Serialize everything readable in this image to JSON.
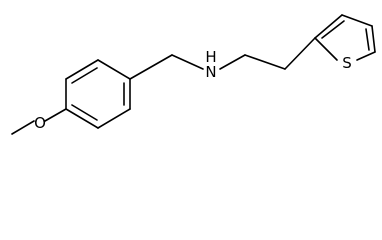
{
  "structure": {
    "atoms": {
      "oxygen": "O",
      "amine": "H\nN",
      "amine_n": "N",
      "amine_h": "H",
      "sulfur": "S"
    },
    "colors": {
      "bond": "#000000",
      "label": "#000000",
      "background": "#ffffff"
    }
  }
}
